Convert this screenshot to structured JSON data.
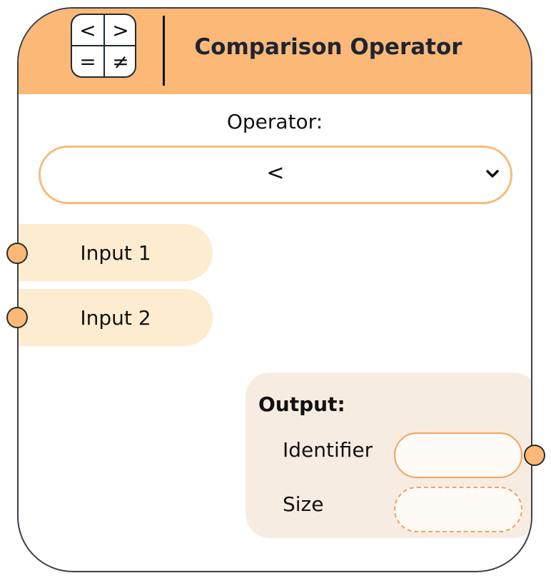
{
  "node": {
    "title": "Comparison Operator",
    "icon": {
      "name": "comparison-operators-icon",
      "cells": [
        "<",
        ">",
        "=",
        "≠"
      ]
    },
    "operator": {
      "label": "Operator:",
      "selected": "<"
    },
    "inputs": [
      {
        "label": "Input 1"
      },
      {
        "label": "Input 2"
      }
    ],
    "output": {
      "title": "Output:",
      "identifier_label": "Identifier",
      "identifier_value": "",
      "size_label": "Size",
      "size_value": ""
    },
    "colors": {
      "header": "#fbb877",
      "border": "#3a3f4a",
      "input_pill": "#fdecd0",
      "output_panel": "#f7ece2",
      "port": "#fbb877"
    }
  }
}
